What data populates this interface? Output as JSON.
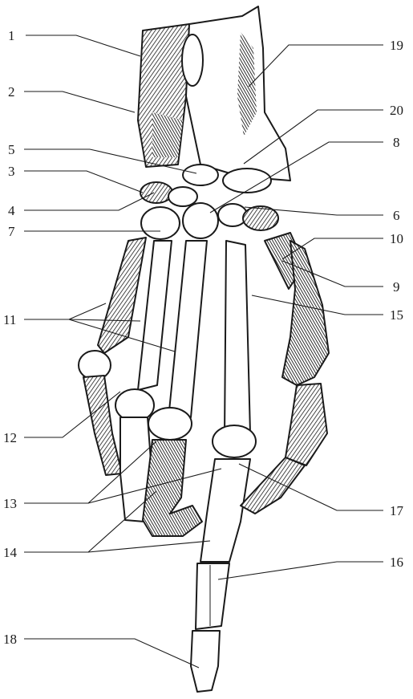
{
  "figure": {
    "subject": "hand skeleton illustration (bones of wrist and hand)",
    "ink_color": "#1a1a1a",
    "paper_color": "#ffffff",
    "labels": [
      "1",
      "2",
      "3",
      "4",
      "5",
      "6",
      "7",
      "8",
      "9",
      "10",
      "11",
      "12",
      "13",
      "14",
      "15",
      "16",
      "17",
      "18",
      "19",
      "20"
    ]
  }
}
